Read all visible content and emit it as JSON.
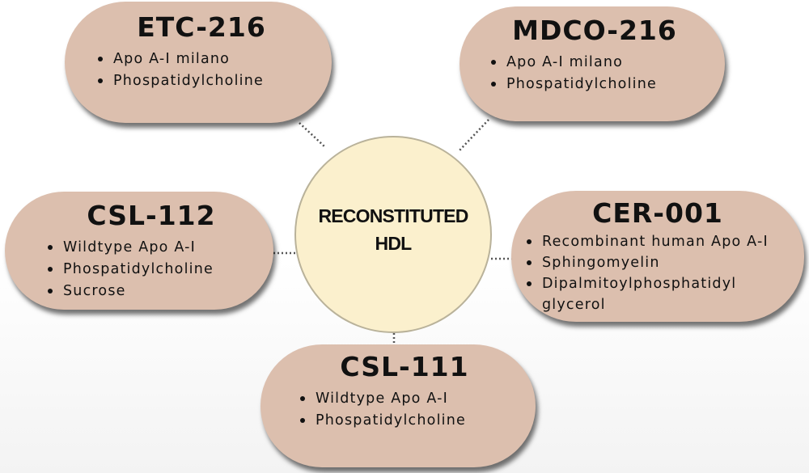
{
  "center": {
    "label": "RECONSTITUTED\nHDL"
  },
  "nodes": [
    {
      "id": "etc216",
      "title": "ETC-216",
      "items": [
        "Apo A-I milano",
        "Phospatidylcholine"
      ]
    },
    {
      "id": "mdco216",
      "title": "MDCO-216",
      "items": [
        "Apo A-I milano",
        "Phospatidylcholine"
      ]
    },
    {
      "id": "csl112",
      "title": "CSL-112",
      "items": [
        "Wildtype Apo A-I",
        "Phospatidylcholine",
        "Sucrose"
      ]
    },
    {
      "id": "cer001",
      "title": "CER-001",
      "items": [
        "Recombinant human Apo A-I",
        "Sphingomyelin",
        "Dipalmitoylphosphatidyl glycerol"
      ]
    },
    {
      "id": "csl111",
      "title": "CSL-111",
      "items": [
        "Wildtype Apo A-I",
        "Phospatidylcholine"
      ]
    }
  ],
  "colors": {
    "pill": "#dcbfae",
    "center": "#fbf0cd",
    "connector": "#555555"
  }
}
